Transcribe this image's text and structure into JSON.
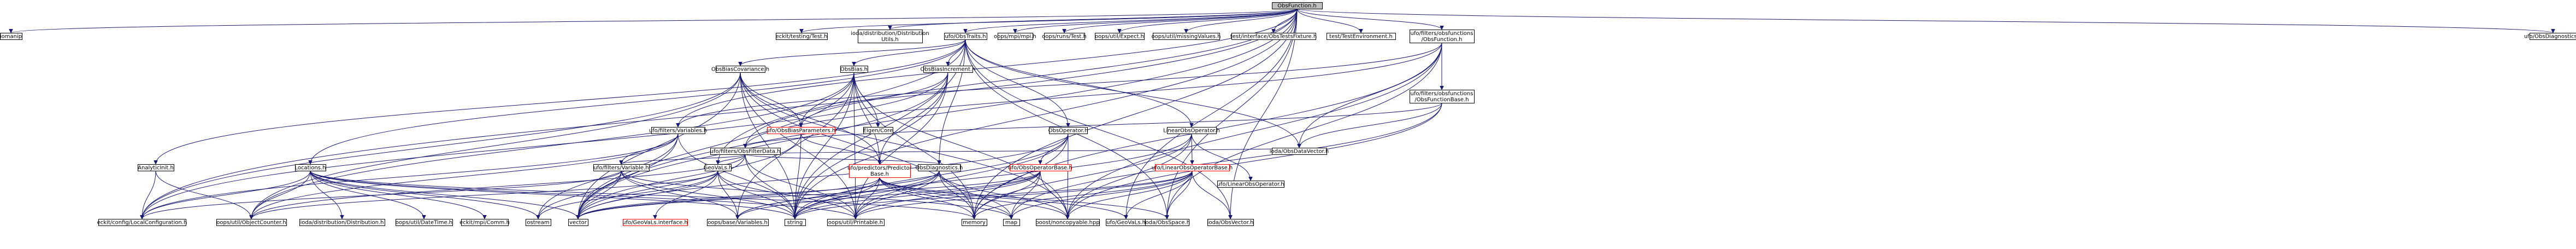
{
  "graph": {
    "root": "ObsFunction.h",
    "nodes": [
      {
        "id": "root",
        "label": "ObsFunction.h",
        "style": "root"
      },
      {
        "id": "iomanip",
        "label": "iomanip"
      },
      {
        "id": "eckit_testing",
        "label": "eckit/testing/Test.h"
      },
      {
        "id": "ioda_distutils",
        "label": "ioda/distribution/Distribution\nUtils.h"
      },
      {
        "id": "ufo_obstraits",
        "label": "ufo/ObsTraits.h"
      },
      {
        "id": "oops_mpi",
        "label": "oops/mpi/mpi.h"
      },
      {
        "id": "oops_runs",
        "label": "oops/runs/Test.h"
      },
      {
        "id": "oops_expect",
        "label": "oops/util/Expect.h"
      },
      {
        "id": "oops_missing",
        "label": "oops/util/missingValues.h"
      },
      {
        "id": "test_obstestsfixture",
        "label": "test/interface/ObsTestsFixture.h"
      },
      {
        "id": "test_testenv",
        "label": "test/TestEnvironment.h"
      },
      {
        "id": "ufo_filters_obsfunction",
        "label": "ufo/filters/obsfunctions\n/ObsFunction.h"
      },
      {
        "id": "ufo_obsdiagnostics",
        "label": "ufo/ObsDiagnostics.h"
      },
      {
        "id": "obsbiascov",
        "label": "ObsBiasCovariance.h"
      },
      {
        "id": "obsbias",
        "label": "ObsBias.h"
      },
      {
        "id": "obsbiasincr",
        "label": "ObsBiasIncrement.h"
      },
      {
        "id": "ufo_obsfunctionbase",
        "label": "ufo/filters/obsfunctions\n/ObsFunctionBase.h"
      },
      {
        "id": "ufo_variables",
        "label": "ufo/filters/Variables.h"
      },
      {
        "id": "ufo_obsbiasparams",
        "label": "ufo/ObsBiasParameters.h",
        "style": "red"
      },
      {
        "id": "eigen_core",
        "label": "Eigen/Core"
      },
      {
        "id": "ufo_obsfilterdata",
        "label": "ufo/filters/ObsFilterData.h"
      },
      {
        "id": "linearobsoperator",
        "label": "LinearObsOperator.h"
      },
      {
        "id": "obsoperator",
        "label": "ObsOperator.h"
      },
      {
        "id": "ioda_obsdatavector",
        "label": "ioda/ObsDataVector.h"
      },
      {
        "id": "analyticinit",
        "label": "AnalyticInit.h"
      },
      {
        "id": "locations",
        "label": "Locations.h"
      },
      {
        "id": "ufo_variable",
        "label": "ufo/filters/Variable.h"
      },
      {
        "id": "geovals",
        "label": "GeoVaLs.h"
      },
      {
        "id": "ufo_predictorbase",
        "label": "ufo/predictors/Predictor\nBase.h",
        "style": "red"
      },
      {
        "id": "obsdiagnostics",
        "label": "ObsDiagnostics.h"
      },
      {
        "id": "ufo_obsoperatorbase",
        "label": "ufo/ObsOperatorBase.h",
        "style": "red"
      },
      {
        "id": "ufo_linearobsoperatorbase",
        "label": "ufo/LinearObsOperatorBase.h",
        "style": "red"
      },
      {
        "id": "ufo_linearobsoperator",
        "label": "ufo/LinearObsOperator.h"
      },
      {
        "id": "eckit_localconfig",
        "label": "eckit/config/LocalConfiguration.h"
      },
      {
        "id": "oops_objectcounter",
        "label": "oops/util/ObjectCounter.h"
      },
      {
        "id": "ioda_distribution",
        "label": "ioda/distribution/Distribution.h"
      },
      {
        "id": "oops_datetime",
        "label": "oops/util/DateTime.h"
      },
      {
        "id": "eckit_mpi_comm",
        "label": "eckit/mpi/Comm.h"
      },
      {
        "id": "ostream",
        "label": "ostream"
      },
      {
        "id": "vector",
        "label": "vector"
      },
      {
        "id": "ufo_geovals_interface",
        "label": "ufo/GeoVaLs.interface.h",
        "style": "red"
      },
      {
        "id": "oops_basevariables",
        "label": "oops/base/Variables.h"
      },
      {
        "id": "string",
        "label": "string"
      },
      {
        "id": "oops_printable",
        "label": "oops/util/Printable.h"
      },
      {
        "id": "memory",
        "label": "memory"
      },
      {
        "id": "map",
        "label": "map"
      },
      {
        "id": "boost_noncopyable",
        "label": "boost/noncopyable.hpp"
      },
      {
        "id": "ufo_geovals",
        "label": "ufo/GeoVaLs.h"
      },
      {
        "id": "ioda_obsspace",
        "label": "ioda/ObsSpace.h"
      },
      {
        "id": "ioda_obsvector",
        "label": "ioda/ObsVector.h"
      }
    ],
    "edges": [
      [
        "root",
        "iomanip"
      ],
      [
        "root",
        "eckit_testing"
      ],
      [
        "root",
        "ioda_distutils"
      ],
      [
        "root",
        "ufo_obstraits"
      ],
      [
        "root",
        "oops_mpi"
      ],
      [
        "root",
        "oops_runs"
      ],
      [
        "root",
        "oops_expect"
      ],
      [
        "root",
        "oops_missing"
      ],
      [
        "root",
        "test_obstestsfixture"
      ],
      [
        "root",
        "test_testenv"
      ],
      [
        "root",
        "ufo_filters_obsfunction"
      ],
      [
        "root",
        "ufo_obsdiagnostics"
      ],
      [
        "root",
        "eckit_localconfig"
      ],
      [
        "root",
        "ufo_variables"
      ],
      [
        "root",
        "ufo_obsfilterdata"
      ],
      [
        "root",
        "ioda_obsspace"
      ],
      [
        "root",
        "ioda_obsvector"
      ],
      [
        "root",
        "ufo_geovals"
      ],
      [
        "root",
        "memory"
      ],
      [
        "root",
        "string"
      ],
      [
        "root",
        "vector"
      ],
      [
        "ufo_obstraits",
        "obsbiascov"
      ],
      [
        "ufo_obstraits",
        "obsbias"
      ],
      [
        "ufo_obstraits",
        "obsbiasincr"
      ],
      [
        "ufo_obstraits",
        "linearobsoperator"
      ],
      [
        "ufo_obstraits",
        "obsoperator"
      ],
      [
        "ufo_obstraits",
        "analyticinit"
      ],
      [
        "ufo_obstraits",
        "locations"
      ],
      [
        "ufo_obstraits",
        "geovals"
      ],
      [
        "ufo_obstraits",
        "obsdiagnostics"
      ],
      [
        "ufo_obstraits",
        "string"
      ],
      [
        "ufo_obstraits",
        "ioda_obsdatavector"
      ],
      [
        "ufo_obstraits",
        "ioda_obsspace"
      ],
      [
        "ufo_obstraits",
        "ioda_obsvector"
      ],
      [
        "ufo_filters_obsfunction",
        "ufo_obsfunctionbase"
      ],
      [
        "ufo_filters_obsfunction",
        "ioda_obsdatavector"
      ],
      [
        "ufo_filters_obsfunction",
        "memory"
      ],
      [
        "ufo_filters_obsfunction",
        "boost_noncopyable"
      ],
      [
        "ufo_filters_obsfunction",
        "ufo_obsfilterdata"
      ],
      [
        "ufo_filters_obsfunction",
        "ufo_variables"
      ],
      [
        "ufo_filters_obsfunction",
        "ioda_obsspace"
      ],
      [
        "ufo_obsfunctionbase",
        "ufo_obsfilterdata"
      ],
      [
        "ufo_obsfunctionbase",
        "ioda_obsdatavector"
      ],
      [
        "ufo_obsfunctionbase",
        "map"
      ],
      [
        "ufo_obsfunctionbase",
        "boost_noncopyable"
      ],
      [
        "obsbiascov",
        "ufo_obsbiasparams"
      ],
      [
        "obsbiascov",
        "ufo_predictorbase"
      ],
      [
        "obsbiascov",
        "eckit_localconfig"
      ],
      [
        "obsbiascov",
        "oops_objectcounter"
      ],
      [
        "obsbiascov",
        "oops_printable"
      ],
      [
        "obsbiascov",
        "string"
      ],
      [
        "obsbiascov",
        "vector"
      ],
      [
        "obsbiascov",
        "memory"
      ],
      [
        "obsbiascov",
        "boost_noncopyable"
      ],
      [
        "obsbias",
        "ufo_obsbiasparams"
      ],
      [
        "obsbias",
        "eigen_core"
      ],
      [
        "obsbias",
        "ufo_predictorbase"
      ],
      [
        "obsbias",
        "oops_basevariables"
      ],
      [
        "obsbias",
        "oops_printable"
      ],
      [
        "obsbias",
        "oops_objectcounter"
      ],
      [
        "obsbias",
        "string"
      ],
      [
        "obsbias",
        "vector"
      ],
      [
        "obsbias",
        "memory"
      ],
      [
        "obsbias",
        "boost_noncopyable"
      ],
      [
        "obsbiasincr",
        "ufo_obsbiasparams"
      ],
      [
        "obsbiasincr",
        "ufo_predictorbase"
      ],
      [
        "obsbiasincr",
        "oops_printable"
      ],
      [
        "obsbiasincr",
        "string"
      ],
      [
        "obsbiasincr",
        "vector"
      ],
      [
        "obsbiasincr",
        "eckit_localconfig"
      ],
      [
        "ufo_variables",
        "ufo_variable"
      ],
      [
        "ufo_variables",
        "eckit_localconfig"
      ],
      [
        "ufo_variables",
        "ostream"
      ],
      [
        "ufo_variables",
        "string"
      ],
      [
        "ufo_variables",
        "vector"
      ],
      [
        "ufo_variables",
        "oops_objectcounter"
      ],
      [
        "ufo_obsfilterdata",
        "ufo_variable"
      ],
      [
        "ufo_obsfilterdata",
        "geovals"
      ],
      [
        "ufo_obsfilterdata",
        "obsdiagnostics"
      ],
      [
        "ufo_obsfilterdata",
        "ioda_obsdatavector"
      ],
      [
        "ufo_obsfilterdata",
        "oops_printable"
      ],
      [
        "ufo_obsfilterdata",
        "string"
      ],
      [
        "ufo_obsfilterdata",
        "vector"
      ],
      [
        "ufo_obsfilterdata",
        "oops_objectcounter"
      ],
      [
        "ufo_obsbiasparams",
        "ufo_predictorbase"
      ],
      [
        "ufo_obsbiasparams",
        "string"
      ],
      [
        "ufo_obsbiasparams",
        "vector"
      ],
      [
        "linearobsoperator",
        "ufo_linearobsoperatorbase"
      ],
      [
        "linearobsoperator",
        "ufo_linearobsoperator"
      ],
      [
        "linearobsoperator",
        "memory"
      ],
      [
        "linearobsoperator",
        "boost_noncopyable"
      ],
      [
        "linearobsoperator",
        "string"
      ],
      [
        "obsoperator",
        "ufo_obsoperatorbase"
      ],
      [
        "obsoperator",
        "memory"
      ],
      [
        "obsoperator",
        "boost_noncopyable"
      ],
      [
        "obsoperator",
        "oops_printable"
      ],
      [
        "obsoperator",
        "string"
      ],
      [
        "obsoperator",
        "vector"
      ],
      [
        "ufo_obsoperatorbase",
        "map"
      ],
      [
        "ufo_obsoperatorbase",
        "boost_noncopyable"
      ],
      [
        "ufo_obsoperatorbase",
        "string"
      ],
      [
        "ufo_obsoperatorbase",
        "memory"
      ],
      [
        "ufo_obsoperatorbase",
        "oops_printable"
      ],
      [
        "ufo_obsoperatorbase",
        "oops_basevariables"
      ],
      [
        "ufo_obsoperatorbase",
        "vector"
      ],
      [
        "ufo_linearobsoperatorbase",
        "map"
      ],
      [
        "ufo_linearobsoperatorbase",
        "boost_noncopyable"
      ],
      [
        "ufo_linearobsoperatorbase",
        "string"
      ],
      [
        "ufo_linearobsoperatorbase",
        "memory"
      ],
      [
        "ufo_linearobsoperatorbase",
        "oops_printable"
      ],
      [
        "ufo_linearobsoperatorbase",
        "ufo_geovals"
      ],
      [
        "ufo_linearobsoperatorbase",
        "ioda_obsvector"
      ],
      [
        "ufo_linearobsoperatorbase",
        "ioda_obsspace"
      ],
      [
        "analyticinit",
        "eckit_localconfig"
      ],
      [
        "analyticinit",
        "oops_objectcounter"
      ],
      [
        "locations",
        "eckit_localconfig"
      ],
      [
        "locations",
        "oops_objectcounter"
      ],
      [
        "locations",
        "ioda_distribution"
      ],
      [
        "locations",
        "oops_datetime"
      ],
      [
        "locations",
        "eckit_mpi_comm"
      ],
      [
        "locations",
        "ostream"
      ],
      [
        "locations",
        "vector"
      ],
      [
        "locations",
        "oops_printable"
      ],
      [
        "locations",
        "string"
      ],
      [
        "locations",
        "memory"
      ],
      [
        "ufo_variable",
        "eckit_localconfig"
      ],
      [
        "ufo_variable",
        "ostream"
      ],
      [
        "ufo_variable",
        "string"
      ],
      [
        "ufo_variable",
        "vector"
      ],
      [
        "ufo_variable",
        "oops_basevariables"
      ],
      [
        "ufo_variable",
        "map"
      ],
      [
        "geovals",
        "ufo_geovals_interface"
      ],
      [
        "geovals",
        "oops_basevariables"
      ],
      [
        "geovals",
        "oops_printable"
      ],
      [
        "geovals",
        "oops_objectcounter"
      ],
      [
        "geovals",
        "string"
      ],
      [
        "geovals",
        "vector"
      ],
      [
        "geovals",
        "ostream"
      ],
      [
        "ufo_predictorbase",
        "oops_basevariables"
      ],
      [
        "ufo_predictorbase",
        "oops_printable"
      ],
      [
        "ufo_predictorbase",
        "string"
      ],
      [
        "ufo_predictorbase",
        "vector"
      ],
      [
        "ufo_predictorbase",
        "map"
      ],
      [
        "ufo_predictorbase",
        "memory"
      ],
      [
        "ufo_predictorbase",
        "boost_noncopyable"
      ],
      [
        "ufo_predictorbase",
        "ufo_geovals"
      ],
      [
        "ufo_predictorbase",
        "ioda_obsspace"
      ],
      [
        "obsdiagnostics",
        "oops_printable"
      ],
      [
        "obsdiagnostics",
        "string"
      ],
      [
        "obsdiagnostics",
        "vector"
      ],
      [
        "obsdiagnostics",
        "oops_basevariables"
      ],
      [
        "obsdiagnostics",
        "map"
      ],
      [
        "obsdiagnostics",
        "memory"
      ],
      [
        "obsdiagnostics",
        "boost_noncopyable"
      ]
    ]
  }
}
